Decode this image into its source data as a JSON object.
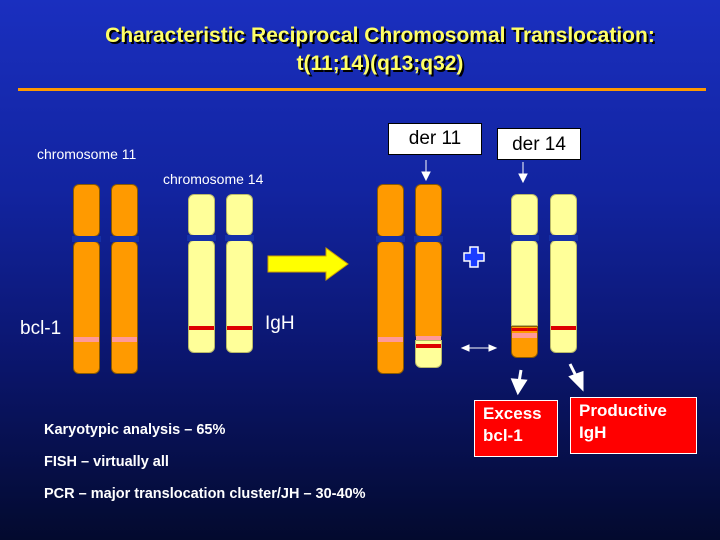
{
  "title": {
    "line1": "Characteristic Reciprocal Chromosomal Translocation:",
    "line2": "t(11;14)(q13;q32)"
  },
  "labels": {
    "chromosome11": "chromosome 11",
    "chromosome14": "chromosome 14",
    "bcl1": "bcl-1",
    "igh": "IgH",
    "der11": "der 11",
    "der14": "der 14"
  },
  "outcomes": {
    "excess": [
      "Excess",
      "bcl-1"
    ],
    "productive": [
      "Productive",
      "IgH"
    ]
  },
  "stats": [
    "Karyotypic analysis – 65%",
    "FISH – virtually all",
    "PCR – major translocation cluster/JH – 30-40%"
  ],
  "colors": {
    "chromosome11": "#ff9a00",
    "chromosome14": "#ffff99",
    "bcl1_band": "#ff9999",
    "igh_band": "#dd0000",
    "accent_rule": "#ff9900",
    "title": "#ffff66",
    "outcome_box": "#ff0000"
  }
}
